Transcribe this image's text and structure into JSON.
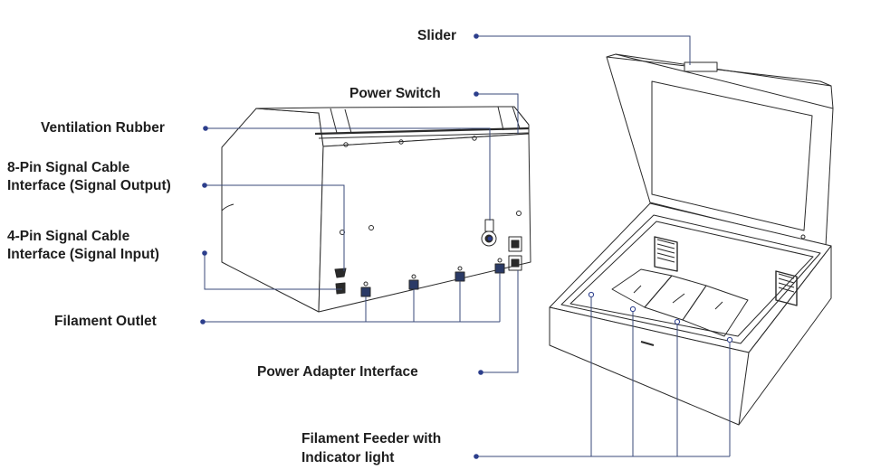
{
  "labels": {
    "slider": "Slider",
    "power_switch": "Power Switch",
    "ventilation_rubber": "Ventilation Rubber",
    "pin8_line1": "8-Pin Signal Cable",
    "pin8_line2": "Interface (Signal Output)",
    "pin4_line1": "4-Pin Signal Cable",
    "pin4_line2": "Interface (Signal Input)",
    "filament_outlet": "Filament Outlet",
    "power_adapter": "Power Adapter Interface",
    "feeder_line1": "Filament Feeder with",
    "feeder_line2": "Indicator light"
  },
  "colors": {
    "leader": "#3a4a7a",
    "dot": "#2c3e8c",
    "outline": "#2a2a2a",
    "text": "#1e1e1e"
  }
}
